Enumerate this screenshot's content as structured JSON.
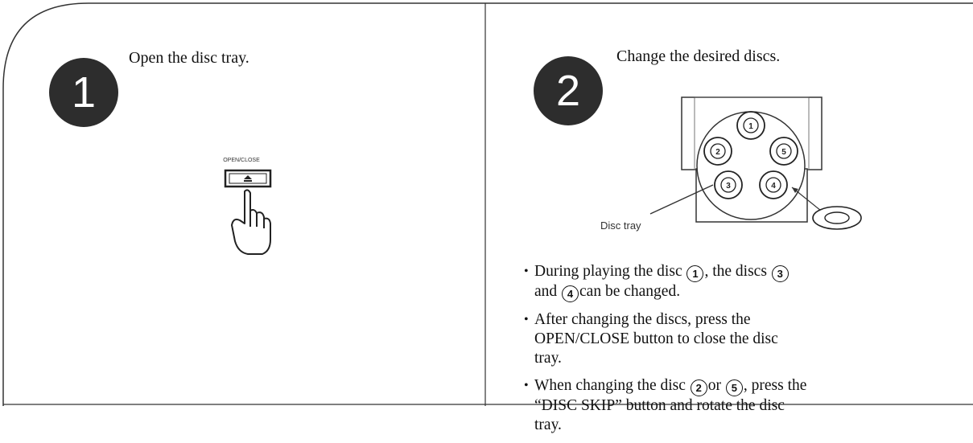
{
  "step1": {
    "number": "1",
    "instruction": "Open the disc tray.",
    "button_caption": "OPEN/CLOSE"
  },
  "step2": {
    "number": "2",
    "instruction": "Change the desired discs.",
    "tray_label": "Disc tray",
    "bullets": [
      {
        "parts": [
          {
            "t": "During playing the disc "
          },
          {
            "c": "1"
          },
          {
            "t": ", the discs "
          },
          {
            "c": "3"
          },
          {
            "t": " and "
          },
          {
            "c": "4"
          },
          {
            "t": "can be changed."
          }
        ]
      },
      {
        "parts": [
          {
            "t": "After changing the discs, press the OPEN/CLOSE button to close the disc tray."
          }
        ]
      },
      {
        "parts": [
          {
            "t": "When changing the disc "
          },
          {
            "c": "2"
          },
          {
            "t": "or "
          },
          {
            "c": "5"
          },
          {
            "t": ", press the “DISC SKIP” button and rotate the disc tray."
          }
        ]
      }
    ]
  },
  "disc_numbers": [
    "1",
    "2",
    "3",
    "4",
    "5"
  ],
  "icons": {
    "step1": [
      "open-close-button-icon",
      "pointing-hand-icon"
    ],
    "step2": [
      "disc-tray-diagram"
    ]
  }
}
